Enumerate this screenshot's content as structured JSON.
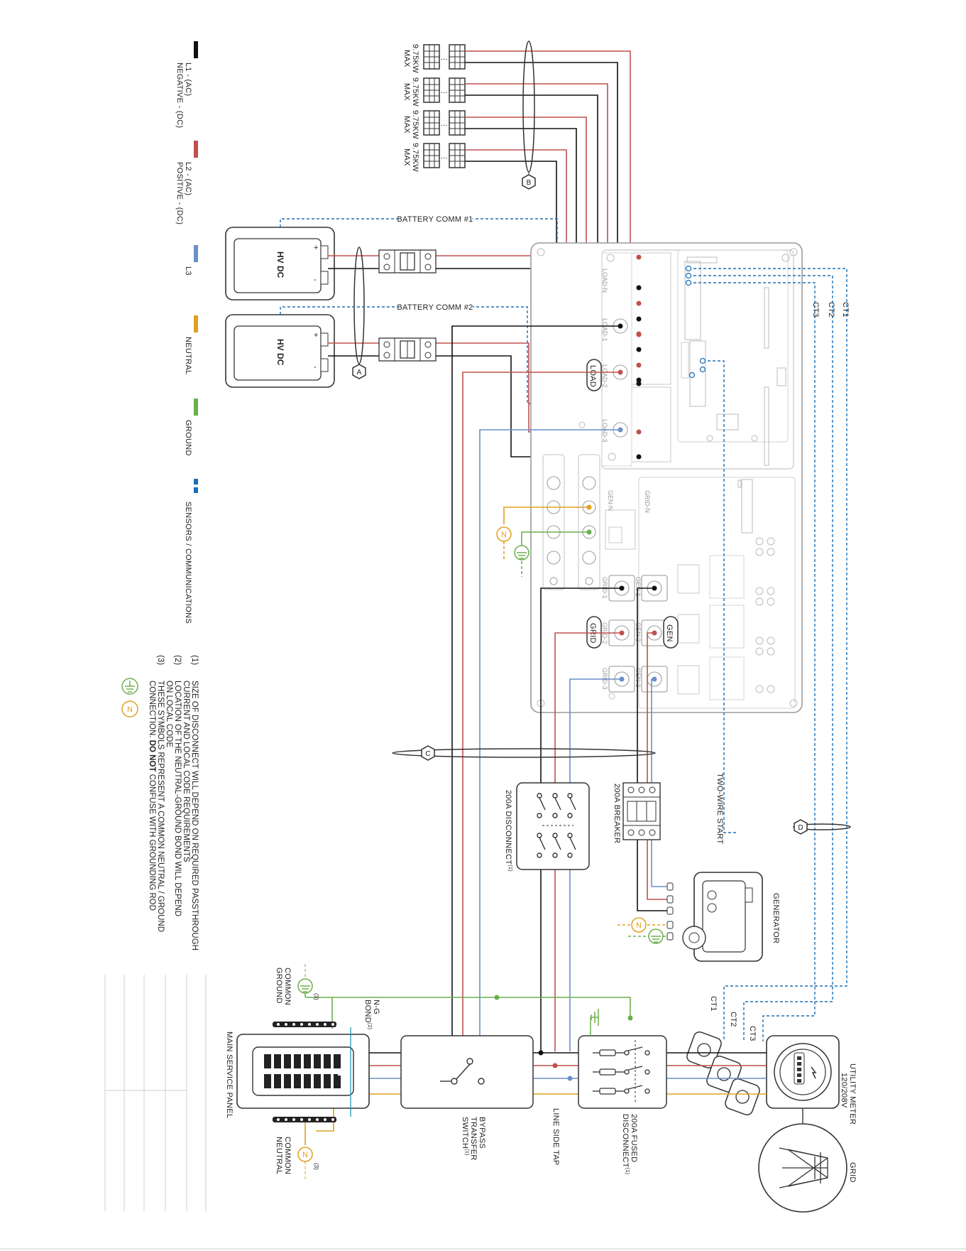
{
  "colors": {
    "l1": "#111111",
    "l2": "#c0504d",
    "l3": "#6a8fc8",
    "neutral": "#e0a020",
    "ground": "#6ab04c",
    "comm": "#1a6fb5",
    "outline": "#9a9a9a"
  },
  "legend": [
    {
      "key": "l1",
      "label": "L1 - (AC)",
      "label2": "NEGATIVE - (DC)",
      "style": "solid"
    },
    {
      "key": "l2",
      "label": "L2 - (AC)",
      "label2": "POSITIVE - (DC)",
      "style": "solid"
    },
    {
      "key": "l3",
      "label": "L3",
      "label2": "",
      "style": "solid"
    },
    {
      "key": "neutral",
      "label": "NEUTRAL",
      "label2": "",
      "style": "solid"
    },
    {
      "key": "ground",
      "label": "GROUND",
      "label2": "",
      "style": "solid"
    },
    {
      "key": "comm",
      "label": "SENSORS / COMMUNICATIONS",
      "label2": "",
      "style": "dashed"
    }
  ],
  "pv_strings": [
    {
      "line1": "9.75KW",
      "line2": "MAX"
    },
    {
      "line1": "9.75KW",
      "line2": "MAX"
    },
    {
      "line1": "9.75KW",
      "line2": "MAX"
    },
    {
      "line1": "9.75KW",
      "line2": "MAX"
    }
  ],
  "ellipsis": "...",
  "battery_comm": [
    "BATTERY COMM #1",
    "BATTERY COMM #2"
  ],
  "batteries": [
    {
      "label": "HV DC",
      "plus": "+",
      "minus": "-"
    },
    {
      "label": "HV DC",
      "plus": "+",
      "minus": "-"
    }
  ],
  "callouts": {
    "a": "A",
    "b": "B",
    "c": "C",
    "d": "D"
  },
  "ct_labels": [
    "CT1",
    "CT2",
    "CT3"
  ],
  "inverter": {
    "load_tag": "LOAD",
    "grid_tag": "GRID",
    "gen_tag": "GEN",
    "faint_labels": [
      "LOAD-N",
      "LOAD-1",
      "LOAD-2",
      "LOAD-3",
      "GRID-N",
      "GRID-1",
      "GRID-2",
      "GRID-3",
      "GEN-N",
      "GEN-1",
      "GEN-2",
      "GEN-3"
    ]
  },
  "neutral_symbol": "N",
  "breaker_label": "200A BREAKER",
  "two_wire_label": "TWO-WIRE START",
  "generator_label": "GENERATOR",
  "disconnect_label": "200A DISCONNECT",
  "disconnect_sup": "(1)",
  "utility_meter": {
    "line1": "UTILITY METER",
    "line2": "120/208V"
  },
  "grid_label": "GRID",
  "fused_disconnect": {
    "line1": "200A FUSED",
    "line2": "DISCONNECT",
    "sup": "(1)"
  },
  "line_side_tap": "LINE SIDE TAP",
  "bypass": {
    "line1": "BYPASS",
    "line2": "TRANSFER",
    "line3": "SWITCH",
    "sup": "(1)"
  },
  "main_panel": "MAIN SERVICE PANEL",
  "common_ground": {
    "line1": "COMMON",
    "line2": "GROUND",
    "sup": "(3)"
  },
  "common_neutral": {
    "line1": "COMMON",
    "line2": "NEUTRAL",
    "sup": "(3)"
  },
  "ng_bond": {
    "line1": "N-G",
    "line2": "BOND",
    "sup": "(2)"
  },
  "notes": [
    {
      "num": "(1)",
      "lines": [
        "SIZE OF DISCONNECT WILL DEPEND ON REQUIRED PASSTHROUGH",
        "CURRENT AND LOCAL CODE REQUIREMENTS"
      ]
    },
    {
      "num": "(2)",
      "lines": [
        "LOCATION OF THE NEUTRAL-GROUND BOND WILL DEPEND",
        "ON LOCAL CODE"
      ]
    },
    {
      "num": "(3)",
      "lines": [
        "THESE SYMBOLS REPRESENT A COMMON NEUTRAL / GROUND",
        "CONNECTION. ",
        "DO NOT",
        " CONFUSE WITH GROUNDING ROD"
      ]
    }
  ]
}
